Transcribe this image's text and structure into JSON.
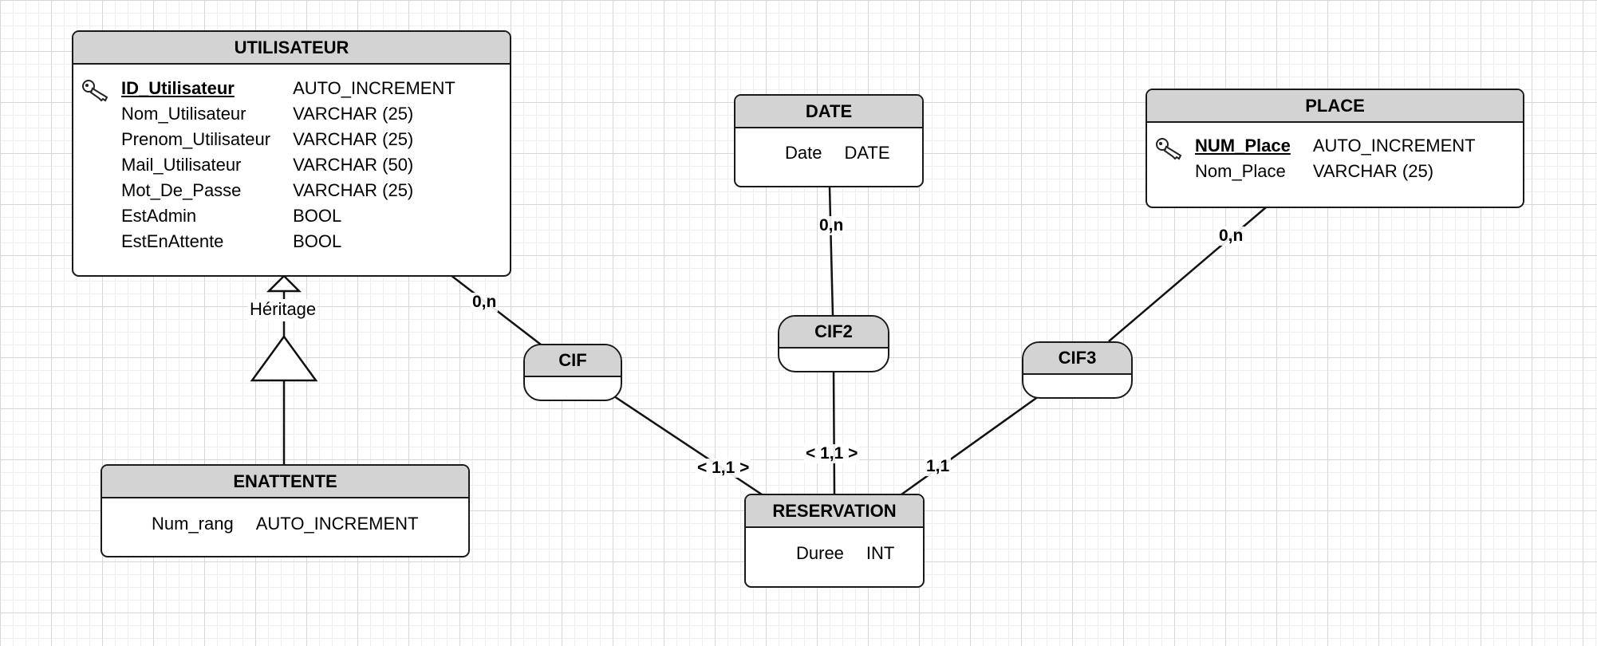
{
  "entities": {
    "utilisateur": {
      "name": "UTILISATEUR",
      "attributes": [
        {
          "name": "ID_Utilisateur",
          "type": "AUTO_INCREMENT",
          "primary_key": true
        },
        {
          "name": "Nom_Utilisateur",
          "type": "VARCHAR (25)"
        },
        {
          "name": "Prenom_Utilisateur",
          "type": "VARCHAR (25)"
        },
        {
          "name": "Mail_Utilisateur",
          "type": "VARCHAR (50)"
        },
        {
          "name": "Mot_De_Passe",
          "type": "VARCHAR (25)"
        },
        {
          "name": "EstAdmin",
          "type": "BOOL"
        },
        {
          "name": "EstEnAttente",
          "type": "BOOL"
        }
      ]
    },
    "date": {
      "name": "DATE",
      "attributes": [
        {
          "name": "Date",
          "type": "DATE"
        }
      ]
    },
    "place": {
      "name": "PLACE",
      "attributes": [
        {
          "name": "NUM_Place",
          "type": "AUTO_INCREMENT",
          "primary_key": true
        },
        {
          "name": "Nom_Place",
          "type": "VARCHAR (25)"
        }
      ]
    },
    "enattente": {
      "name": "ENATTENTE",
      "attributes": [
        {
          "name": "Num_rang",
          "type": "AUTO_INCREMENT"
        }
      ]
    },
    "reservation": {
      "name": "RESERVATION",
      "attributes": [
        {
          "name": "Duree",
          "type": "INT"
        }
      ]
    }
  },
  "relations": {
    "cif": {
      "name": "CIF"
    },
    "cif2": {
      "name": "CIF2"
    },
    "cif3": {
      "name": "CIF3"
    }
  },
  "inheritance": {
    "label": "Héritage"
  },
  "cardinalities": {
    "utilisateur_cif": "0,n",
    "cif_reservation": "< 1,1 >",
    "date_cif2": "0,n",
    "cif2_reservation": "< 1,1 >",
    "place_cif3": "0,n",
    "cif3_reservation": "1,1"
  }
}
